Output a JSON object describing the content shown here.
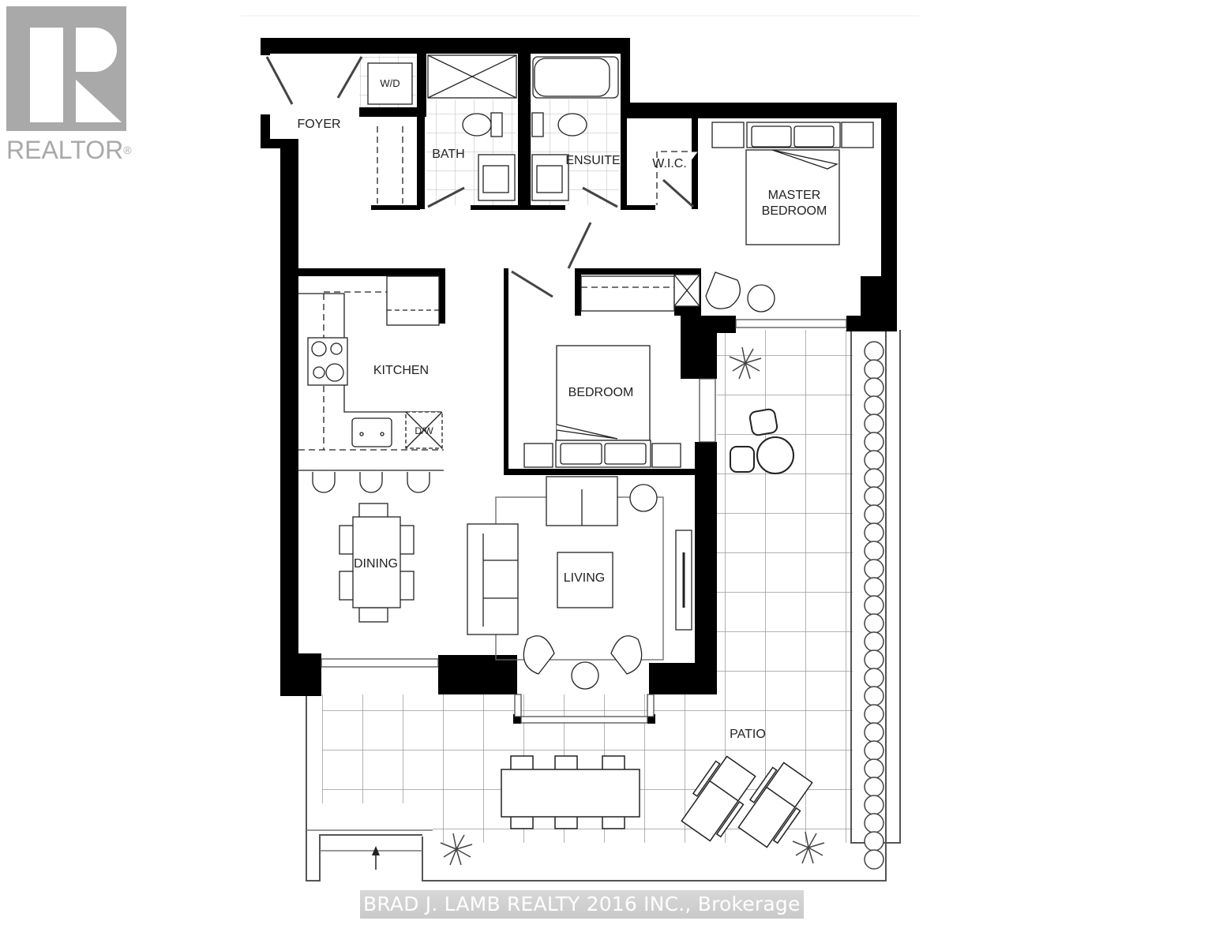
{
  "logo": {
    "icon": "realtor-r-icon",
    "text": "REALTOR",
    "registered_mark": "®",
    "color": "#a9a9a9"
  },
  "floorplan": {
    "rooms": {
      "foyer": "FOYER",
      "washer_dryer": "W/D",
      "bath": "BATH",
      "ensuite": "ENSUITE",
      "walk_in_closet": "W.I.C.",
      "master_bedroom_line1": "MASTER",
      "master_bedroom_line2": "BEDROOM",
      "kitchen": "KITCHEN",
      "dishwasher": "D/W",
      "bedroom": "BEDROOM",
      "dining": "DINING",
      "living": "LIVING",
      "patio": "PATIO"
    },
    "colors": {
      "wall": "#000000",
      "line": "#333333",
      "tile": "#9a9a9a",
      "background": "#ffffff"
    }
  },
  "watermark": {
    "brokerage": "BRAD J. LAMB REALTY 2016 INC., Brokerage"
  }
}
